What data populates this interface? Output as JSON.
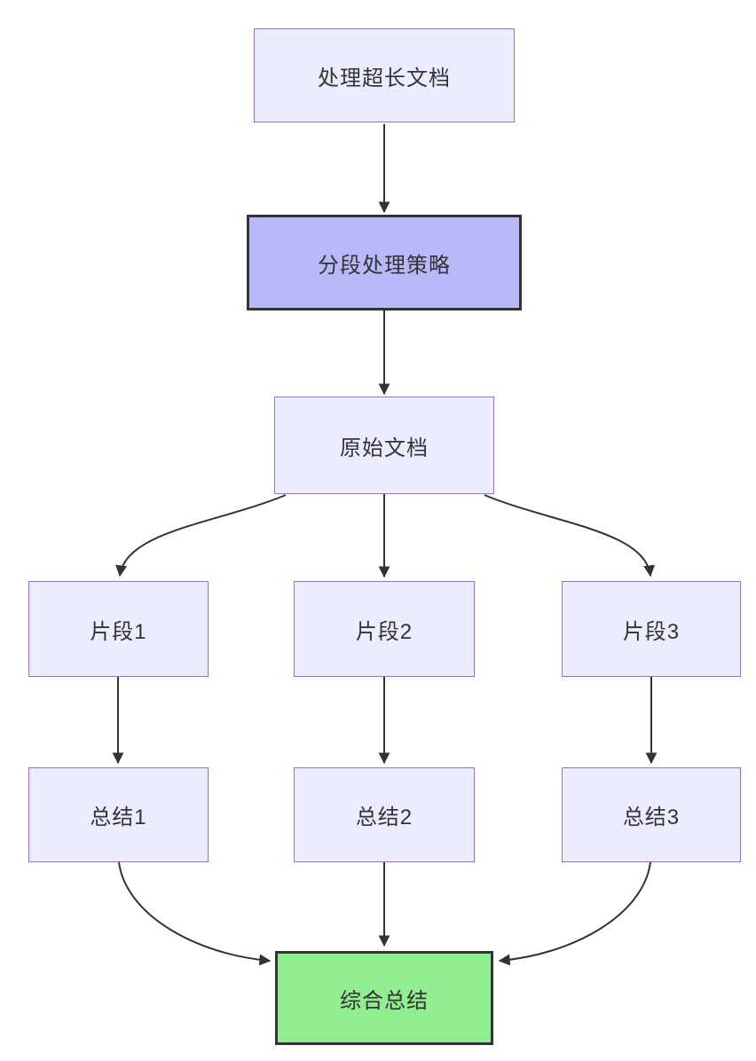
{
  "diagram": {
    "type": "flowchart",
    "direction": "top-down",
    "nodes": [
      {
        "id": "A",
        "label": "处理超长文档",
        "style": "default"
      },
      {
        "id": "B",
        "label": "分段处理策略",
        "style": "emphasis"
      },
      {
        "id": "C",
        "label": "原始文档",
        "style": "default"
      },
      {
        "id": "D",
        "label": "片段1",
        "style": "default"
      },
      {
        "id": "E",
        "label": "片段2",
        "style": "default"
      },
      {
        "id": "F",
        "label": "片段3",
        "style": "default"
      },
      {
        "id": "G",
        "label": "总结1",
        "style": "default"
      },
      {
        "id": "H",
        "label": "总结2",
        "style": "default"
      },
      {
        "id": "I",
        "label": "总结3",
        "style": "default"
      },
      {
        "id": "J",
        "label": "综合总结",
        "style": "success"
      }
    ],
    "edges": [
      {
        "from": "A",
        "to": "B"
      },
      {
        "from": "B",
        "to": "C"
      },
      {
        "from": "C",
        "to": "D"
      },
      {
        "from": "C",
        "to": "E"
      },
      {
        "from": "C",
        "to": "F"
      },
      {
        "from": "D",
        "to": "G"
      },
      {
        "from": "E",
        "to": "H"
      },
      {
        "from": "F",
        "to": "I"
      },
      {
        "from": "G",
        "to": "J"
      },
      {
        "from": "H",
        "to": "J"
      },
      {
        "from": "I",
        "to": "J"
      }
    ],
    "colors": {
      "background": "#FFFFFF",
      "node_fill": "#ECECFF",
      "node_border": "#9370DB",
      "emphasis_fill": "#B9B9F9",
      "emphasis_border": "#333333",
      "success_fill": "#90EE90",
      "success_border": "#333333",
      "edge": "#333333",
      "text": "#333333"
    }
  }
}
